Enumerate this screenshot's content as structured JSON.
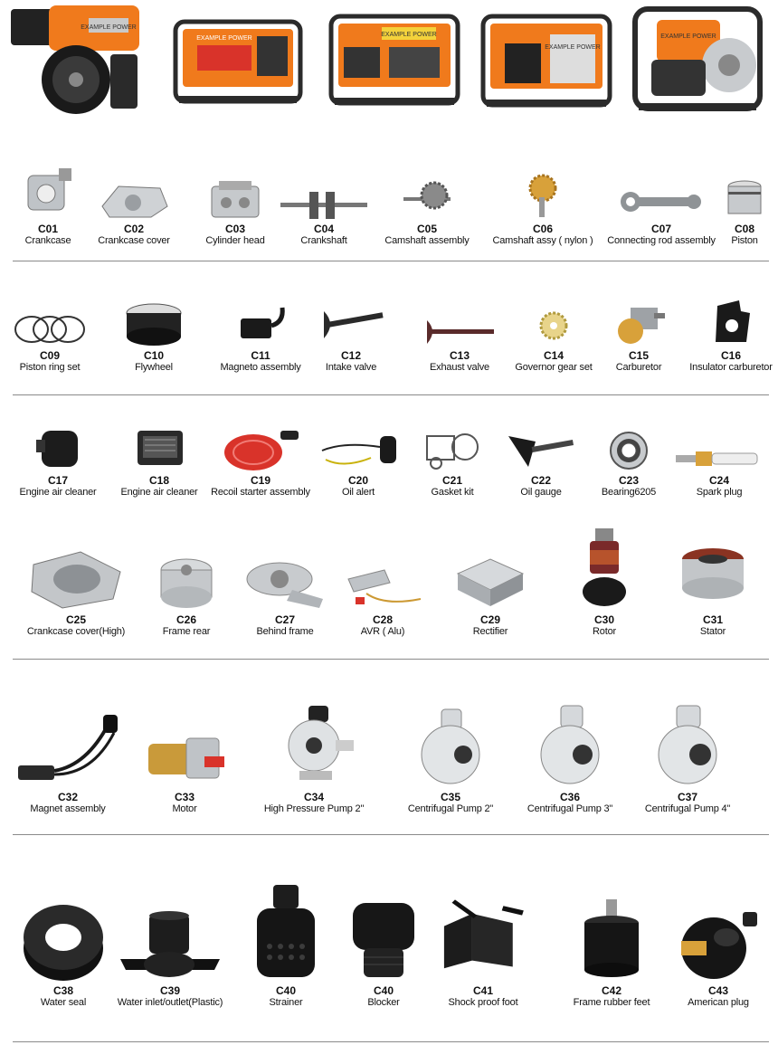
{
  "products_top": [
    {
      "icon": "engine-icon",
      "brand": "EXAMPLE POWER"
    },
    {
      "icon": "generator-icon",
      "brand": "EXAMPLE POWER"
    },
    {
      "icon": "generator-icon",
      "brand": "EXAMPLE POWER"
    },
    {
      "icon": "generator-icon",
      "brand": "EXAMPLE POWER"
    },
    {
      "icon": "water-pump-icon",
      "brand": "EXAMPLE POWER"
    }
  ],
  "rows": [
    {
      "items": [
        {
          "code": "C01",
          "name": "Crankcase",
          "icon": "crankcase-icon"
        },
        {
          "code": "C02",
          "name": "Crankcase cover",
          "icon": "crankcase-cover-icon"
        },
        {
          "code": "C03",
          "name": "Cylinder head",
          "icon": "cylinder-head-icon"
        },
        {
          "code": "C04",
          "name": "Crankshaft",
          "icon": "crankshaft-icon"
        },
        {
          "code": "C05",
          "name": "Camshaft assembly",
          "icon": "camshaft-icon"
        },
        {
          "code": "C06",
          "name": "Camshaft assy ( nylon )",
          "icon": "camshaft-nylon-icon"
        },
        {
          "code": "C07",
          "name": "Connecting rod assembly",
          "icon": "connecting-rod-icon"
        },
        {
          "code": "C08",
          "name": "Piston",
          "icon": "piston-icon"
        }
      ]
    },
    {
      "items": [
        {
          "code": "C09",
          "name": "Piston ring set",
          "icon": "piston-ring-icon"
        },
        {
          "code": "C10",
          "name": "Flywheel",
          "icon": "flywheel-icon"
        },
        {
          "code": "C11",
          "name": "Magneto assembly",
          "icon": "magneto-icon"
        },
        {
          "code": "C12",
          "name": "Intake valve",
          "icon": "intake-valve-icon"
        },
        {
          "code": "C13",
          "name": "Exhaust valve",
          "icon": "exhaust-valve-icon"
        },
        {
          "code": "C14",
          "name": "Governor gear set",
          "icon": "governor-gear-icon"
        },
        {
          "code": "C15",
          "name": "Carburetor",
          "icon": "carburetor-icon"
        },
        {
          "code": "C16",
          "name": "Insulator carburetor",
          "icon": "insulator-icon"
        }
      ]
    },
    {
      "items": [
        {
          "code": "C17",
          "name": "Engine air cleaner",
          "icon": "air-cleaner-icon"
        },
        {
          "code": "C18",
          "name": "Engine air cleaner",
          "icon": "air-cleaner-box-icon"
        },
        {
          "code": "C19",
          "name": "Recoil starter assembly",
          "icon": "recoil-starter-icon"
        },
        {
          "code": "C20",
          "name": "Oil alert",
          "icon": "oil-alert-icon"
        },
        {
          "code": "C21",
          "name": "Gasket kit",
          "icon": "gasket-kit-icon"
        },
        {
          "code": "C22",
          "name": "Oil gauge",
          "icon": "oil-gauge-icon"
        },
        {
          "code": "C23",
          "name": "Bearing6205",
          "icon": "bearing-icon"
        },
        {
          "code": "C24",
          "name": "Spark plug",
          "icon": "spark-plug-icon"
        }
      ]
    },
    {
      "items": [
        {
          "code": "C25",
          "name": "Crankcase cover(High)",
          "icon": "crankcase-cover-high-icon"
        },
        {
          "code": "C26",
          "name": "Frame rear",
          "icon": "frame-rear-icon"
        },
        {
          "code": "C27",
          "name": "Behind frame",
          "icon": "behind-frame-icon"
        },
        {
          "code": "C28",
          "name": "AVR ( Alu)",
          "icon": "avr-icon"
        },
        {
          "code": "C29",
          "name": "Rectifier",
          "icon": "rectifier-icon"
        },
        {
          "code": "C30",
          "name": "Rotor",
          "icon": "rotor-icon"
        },
        {
          "code": "C31",
          "name": "Stator",
          "icon": "stator-icon"
        }
      ]
    },
    {
      "items": [
        {
          "code": "C32",
          "name": "Magnet assembly",
          "icon": "magnet-assembly-icon"
        },
        {
          "code": "C33",
          "name": "Motor",
          "icon": "motor-icon"
        },
        {
          "code": "C34",
          "name": "High Pressure Pump 2\"",
          "icon": "high-pressure-pump-icon"
        },
        {
          "code": "C35",
          "name": "Centrifugal Pump 2\"",
          "icon": "centrifugal-pump-icon"
        },
        {
          "code": "C36",
          "name": "Centrifugal Pump 3\"",
          "icon": "centrifugal-pump-icon"
        },
        {
          "code": "C37",
          "name": "Centrifugal Pump 4\"",
          "icon": "centrifugal-pump-icon"
        }
      ]
    },
    {
      "items": [
        {
          "code": "C38",
          "name": "Water seal",
          "icon": "water-seal-icon"
        },
        {
          "code": "C39",
          "name": "Water inlet/outlet(Plastic)",
          "icon": "water-inlet-icon"
        },
        {
          "code": "C40",
          "name": "Strainer",
          "icon": "strainer-icon"
        },
        {
          "code": "C40",
          "name": "Blocker",
          "icon": "blocker-icon"
        },
        {
          "code": "C41",
          "name": "Shock proof foot",
          "icon": "shock-foot-icon"
        },
        {
          "code": "C42",
          "name": "Frame rubber feet",
          "icon": "rubber-feet-icon"
        },
        {
          "code": "C43",
          "name": "American plug",
          "icon": "american-plug-icon"
        }
      ]
    }
  ],
  "colors": {
    "orange": "#f07a1c",
    "metal": "#bfc3c7",
    "dark": "#1d1d1d",
    "frame": "#2b2b2b",
    "rule": "#8a8a8a",
    "brass": "#d8a13a",
    "red": "#d9332a"
  }
}
